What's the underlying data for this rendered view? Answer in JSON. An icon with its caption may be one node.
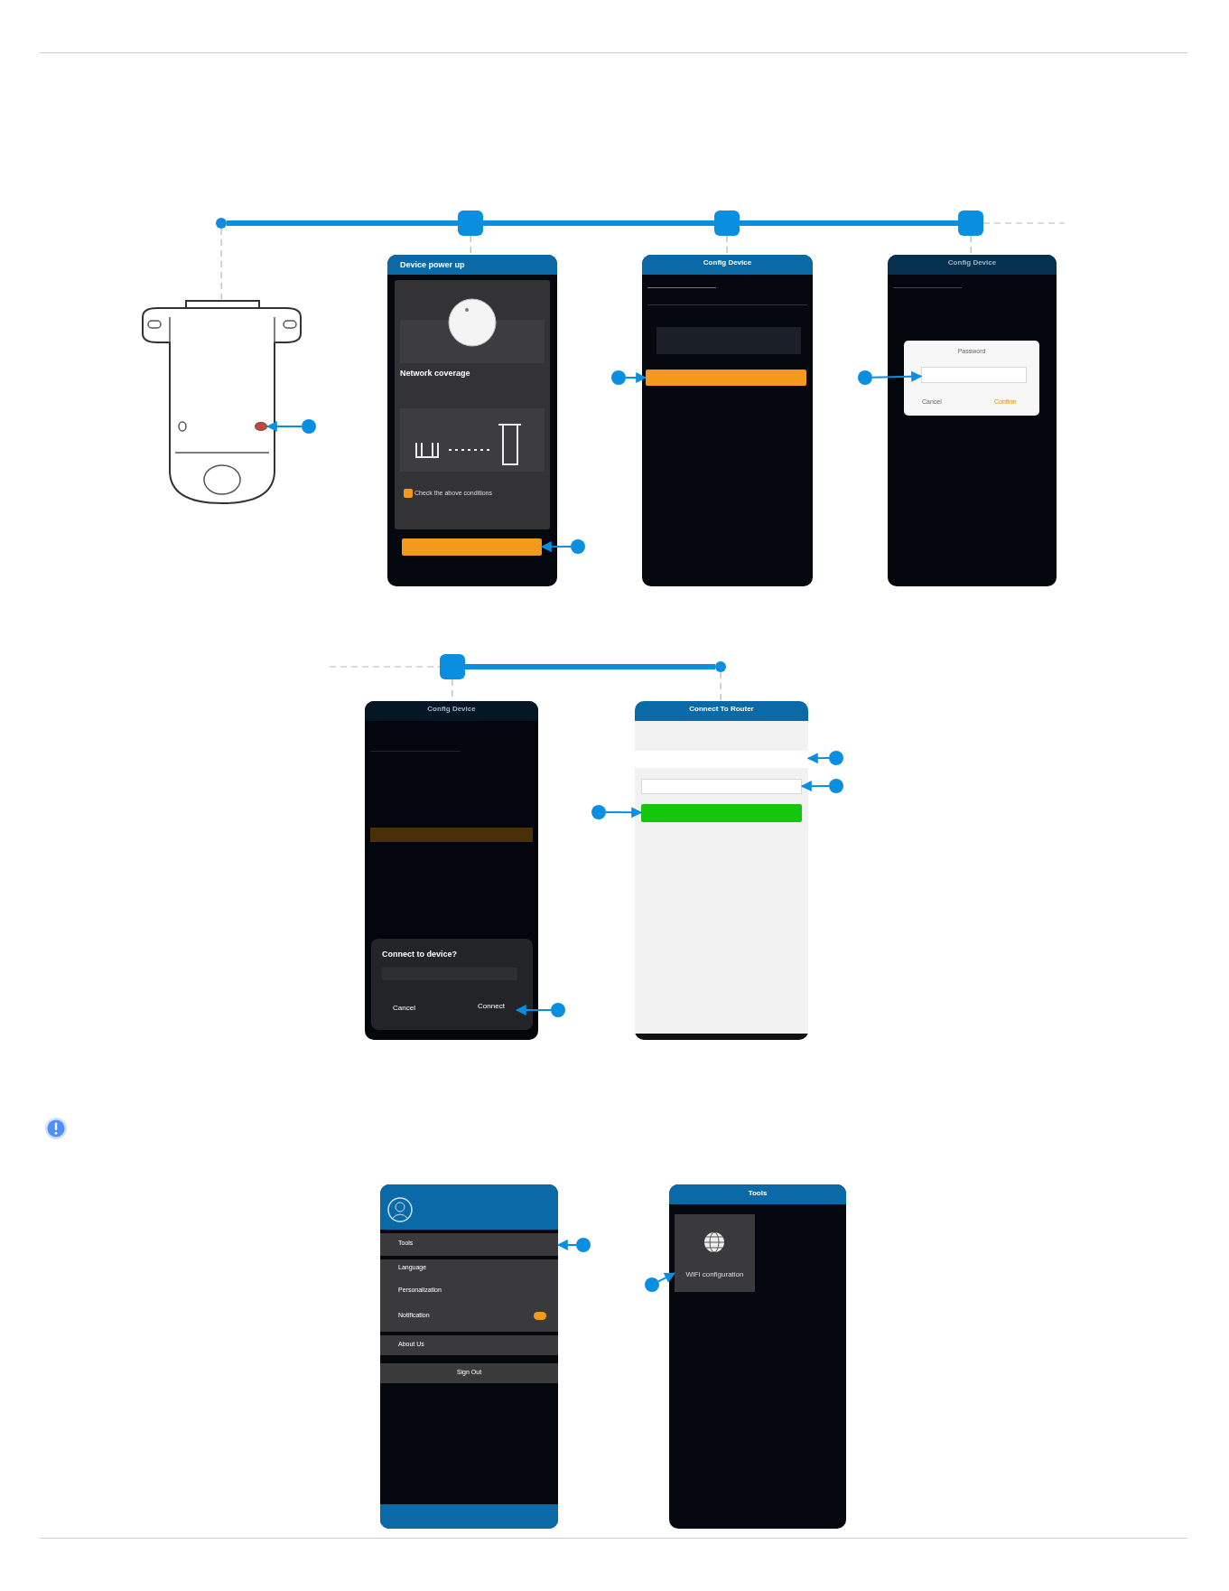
{
  "diagram": {
    "nodes": [
      {
        "text": [],
        "shape": "circle"
      },
      {
        "text": [],
        "shape": "box"
      },
      {
        "text": [],
        "shape": "box"
      },
      {
        "text": [],
        "shape": "box"
      },
      {
        "text": [],
        "shape": "box"
      },
      {
        "text": [],
        "shape": "circle"
      },
      {
        "text": [],
        "shape": "picture"
      },
      {
        "text": [],
        "shape": "circle",
        "in": 6
      },
      {
        "text": [],
        "shape": "circle"
      },
      {
        "text": [
          "Device power up",
          "Network coverage",
          "Check the above conditions"
        ]
      },
      {
        "text": [],
        "shape": "box",
        "in": 9
      },
      {
        "text": [],
        "shape": "circle"
      },
      {
        "text": [
          "Config Device"
        ]
      },
      {
        "text": [],
        "shape": "box",
        "in": 12
      },
      {
        "text": [],
        "shape": "circle"
      },
      {
        "text": [
          "Config Device"
        ]
      },
      {
        "text": [
          "Password",
          "Cancel",
          "Confirm"
        ],
        "in": 15
      },
      {
        "text": [],
        "shape": "box",
        "in": 16
      },
      {
        "text": [],
        "shape": "circle"
      },
      {
        "text": [
          "Config Device"
        ]
      },
      {
        "text": [
          "Connect to device?",
          "Cancel"
        ],
        "in": 19
      },
      {
        "text": [
          "Connect"
        ],
        "in": 20
      },
      {
        "text": [],
        "shape": "circle"
      },
      {
        "text": [
          "Connect To Router"
        ]
      },
      {
        "text": [],
        "shape": "box",
        "in": 23
      },
      {
        "text": [],
        "shape": "box",
        "in": 23
      },
      {
        "text": [],
        "shape": "box",
        "in": 23
      },
      {
        "text": [],
        "shape": "circle"
      },
      {
        "text": [],
        "shape": "circle"
      },
      {
        "text": [],
        "shape": "circle"
      },
      {
        "text": [
          "Language",
          "Personalization",
          "Notification"
        ]
      },
      {
        "text": [
          "Tools"
        ],
        "in": 30
      },
      {
        "text": [
          "About Us"
        ],
        "in": 30
      },
      {
        "text": [
          "Sign Out"
        ],
        "in": 30
      },
      {
        "text": [],
        "shape": "bar",
        "in": 30
      },
      {
        "text": [],
        "shape": "circle"
      },
      {
        "text": [
          "Tools"
        ]
      },
      {
        "text": [
          "WiFi configuration"
        ],
        "in": 36
      },
      {
        "text": [],
        "shape": "circle"
      }
    ],
    "edges": [
      {
        "from": 0,
        "to": 1,
        "arrow": "none",
        "style": "thick"
      },
      {
        "from": 1,
        "to": 2,
        "arrow": "none",
        "style": "thick"
      },
      {
        "from": 2,
        "to": 3,
        "arrow": "none",
        "style": "thick"
      },
      {
        "from": 3,
        "to": null,
        "arrow": "none",
        "style": "dashed",
        "color": "#b5b5b5"
      },
      {
        "from": null,
        "to": 4,
        "arrow": "none",
        "style": "dashed",
        "color": "#b5b5b5"
      },
      {
        "from": 4,
        "to": 5,
        "arrow": "none",
        "style": "thick"
      },
      {
        "from": 0,
        "to": 6,
        "arrow": "none",
        "style": "dashed",
        "color": "#b5b5b5"
      },
      {
        "from": 1,
        "to": 9,
        "arrow": "none",
        "style": "dashed",
        "color": "#b5b5b5"
      },
      {
        "from": 2,
        "to": 12,
        "arrow": "none",
        "style": "dashed",
        "color": "#b5b5b5"
      },
      {
        "from": 3,
        "to": 15,
        "arrow": "none",
        "style": "dashed",
        "color": "#b5b5b5"
      },
      {
        "from": 4,
        "to": 19,
        "arrow": "none",
        "style": "dashed",
        "color": "#b5b5b5"
      },
      {
        "from": 5,
        "to": 23,
        "arrow": "none",
        "style": "dashed",
        "color": "#b5b5b5"
      },
      {
        "from": 8,
        "to": 7,
        "arrow": "to"
      },
      {
        "from": 11,
        "to": 10,
        "arrow": "to"
      },
      {
        "from": 14,
        "to": 13,
        "arrow": "to"
      },
      {
        "from": 18,
        "to": 17,
        "arrow": "to"
      },
      {
        "from": 22,
        "to": 21,
        "arrow": "to"
      },
      {
        "from": 27,
        "to": 24,
        "arrow": "to"
      },
      {
        "from": 28,
        "to": 25,
        "arrow": "to"
      },
      {
        "from": 29,
        "to": 26,
        "arrow": "to"
      },
      {
        "from": 35,
        "to": 31,
        "arrow": "to"
      },
      {
        "from": 38,
        "to": 37,
        "arrow": "to"
      }
    ]
  }
}
